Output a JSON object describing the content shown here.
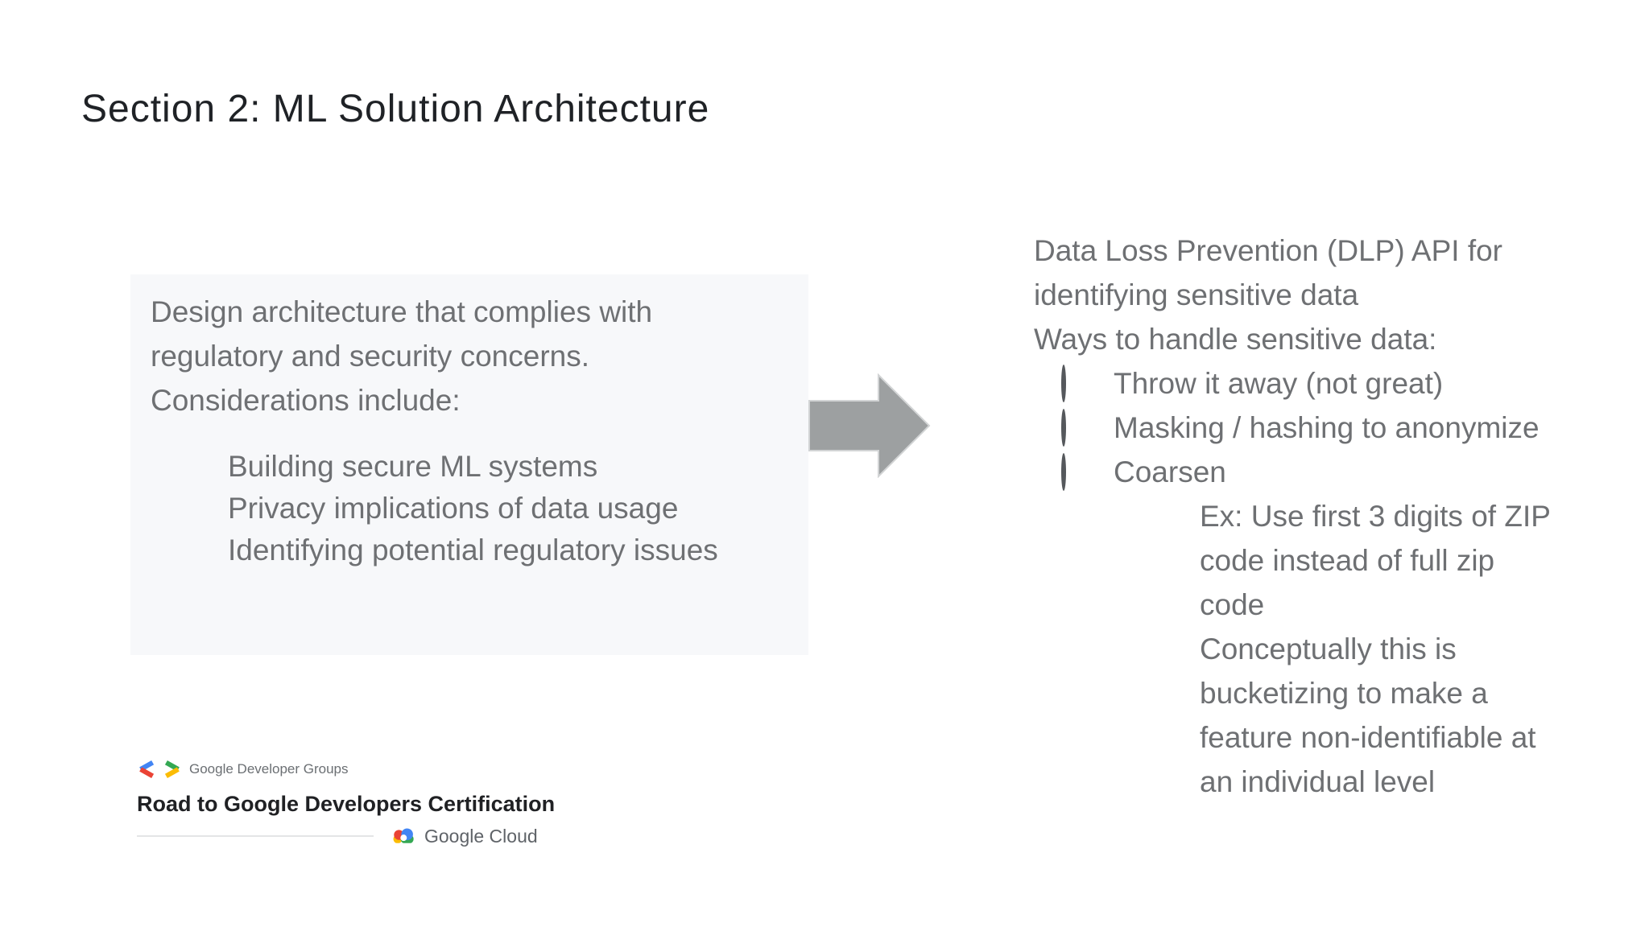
{
  "slide": {
    "title": "Section 2: ML Solution Architecture"
  },
  "info_box": {
    "paragraph": "Design architecture that complies with\nregulatory and security concerns.\nConsiderations include:",
    "bullets": [
      "Building secure ML systems",
      "Privacy implications of data usage",
      "Identifying potential regulatory issues"
    ]
  },
  "right_list": {
    "items": [
      {
        "level": 1,
        "marker": "filled-circle",
        "text": "Data Loss Prevention (DLP) API for\nidentifying sensitive data"
      },
      {
        "level": 1,
        "marker": "filled-circle",
        "text": "Ways to handle sensitive data:"
      },
      {
        "level": 2,
        "marker": "hollow-circle",
        "text": "Throw it away (not great)"
      },
      {
        "level": 2,
        "marker": "hollow-circle",
        "text": "Masking / hashing to anonymize"
      },
      {
        "level": 2,
        "marker": "hollow-circle",
        "text": "Coarsen"
      },
      {
        "level": 3,
        "marker": "filled-square",
        "text": "Ex: Use first 3 digits of ZIP\ncode instead of full zip\ncode"
      },
      {
        "level": 3,
        "marker": "filled-square",
        "text": "Conceptually this is\nbucketizing to make a\nfeature non-identifiable at\nan individual level"
      }
    ]
  },
  "arrow": {
    "icon": "block-arrow-right",
    "fill": "#9da0a1"
  },
  "footer": {
    "gdg_icon": "code-brackets-logo",
    "gdg_label": "Google Developer Groups",
    "program_title": "Road to Google Developers Certification",
    "cloud_icon": "google-cloud-logo",
    "cloud_label": "Google Cloud"
  },
  "colors": {
    "background": "#ffffff",
    "title_text": "#1f2226",
    "body_text": "#6e7073",
    "bullet_marker": "#55585c",
    "info_box_bg": "#f7f8fa",
    "arrow_fill": "#9da0a1",
    "arrow_stroke": "#d2d4d5",
    "program_title_text": "#202124",
    "footer_gray": "#5f6368",
    "divider": "#e4e5e6",
    "google_blue": "#4285F4",
    "google_red": "#EA4335",
    "google_yellow": "#FBBC04",
    "google_green": "#34A853"
  }
}
